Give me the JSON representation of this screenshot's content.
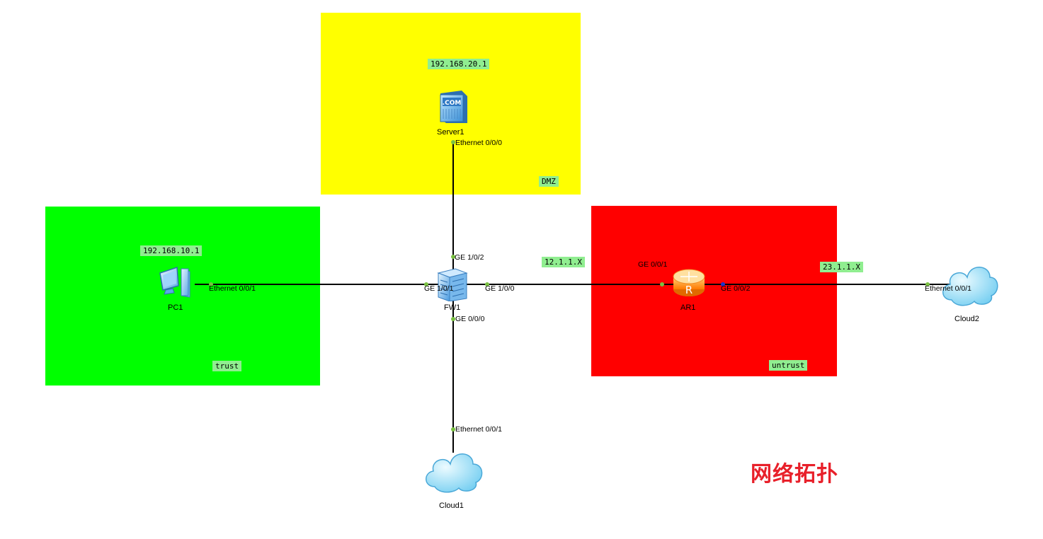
{
  "zones": {
    "dmz": {
      "label": "DMZ",
      "color": "#ffff00"
    },
    "trust": {
      "label": "trust",
      "color": "#00ff00"
    },
    "untrust": {
      "label": "untrust",
      "color": "#ff0000"
    }
  },
  "addresses": {
    "dmz_net": "192.168.20.1",
    "trust_net": "192.168.10.1",
    "fw_ar_link": "12.1.1.X",
    "ar_cloud_link": "23.1.1.X"
  },
  "devices": {
    "server1": {
      "name": "Server1",
      "icon": "server-icon",
      "screen_text": ".COM"
    },
    "pc1": {
      "name": "PC1",
      "icon": "pc-icon"
    },
    "fw1": {
      "name": "FW1",
      "icon": "firewall-icon"
    },
    "ar1": {
      "name": "AR1",
      "icon": "router-icon",
      "badge": "R"
    },
    "cloud1": {
      "name": "Cloud1",
      "icon": "cloud-icon"
    },
    "cloud2": {
      "name": "Cloud2",
      "icon": "cloud-icon"
    }
  },
  "ports": {
    "server1_eth": "Ethernet 0/0/0",
    "fw_g102": "GE 1/0/2",
    "fw_g101": "GE 1/0/1",
    "fw_g100": "GE 1/0/0",
    "fw_g000": "GE 0/0/0",
    "pc1_eth": "Ethernet 0/0/1",
    "ar_g001": "GE 0/0/1",
    "ar_g002": "GE 0/0/2",
    "cloud2_eth": "Ethernet 0/0/1",
    "cloud1_eth": "Ethernet 0/0/1"
  },
  "title": "网络拓扑",
  "colors": {
    "link": "#000000",
    "port_dot": "#7ac142",
    "port_dot_blue": "#1a33cc",
    "title": "#e8202a"
  }
}
